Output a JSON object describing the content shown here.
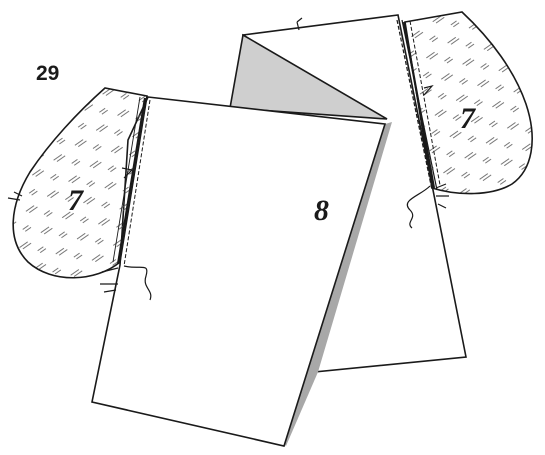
{
  "figure": {
    "step_number": "29",
    "pieces": {
      "sleeve_left_label": "7",
      "sleeve_right_label": "7",
      "body_label": "8"
    },
    "colors": {
      "outline": "#1a1a1a",
      "fold_fill": "#cfcfcf",
      "edge_shadow": "#a8a8a8",
      "paper": "#ffffff"
    }
  }
}
